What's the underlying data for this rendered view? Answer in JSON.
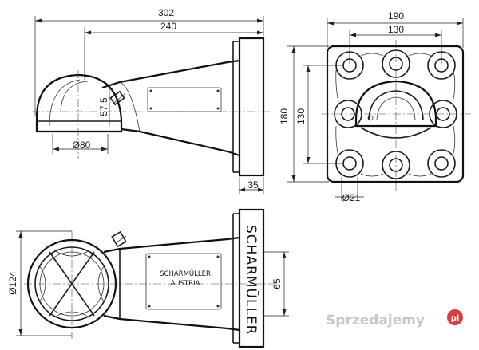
{
  "dimensions": {
    "overall_length": "302",
    "arm_length": "240",
    "ball_height": "57,5",
    "ball_diameter": "Ø80",
    "flange_thickness": "35",
    "plate_width": "190",
    "bolt_spacing_horizontal": "130",
    "plate_height": "180",
    "bolt_spacing_vertical": "130",
    "hole_diameter": "Ø21",
    "bowl_diameter": "Ø124",
    "arm_height": "65"
  },
  "labels": {
    "flange_brand": "SCHARMÜLLER",
    "arm_brand_line1": "SCHARMÜLLER",
    "arm_brand_line2": "AUSTRIA"
  },
  "watermark": {
    "text_main": "Sprzedajemy",
    "text_suffix": "pl",
    "dot_color": "#e03a3a"
  }
}
